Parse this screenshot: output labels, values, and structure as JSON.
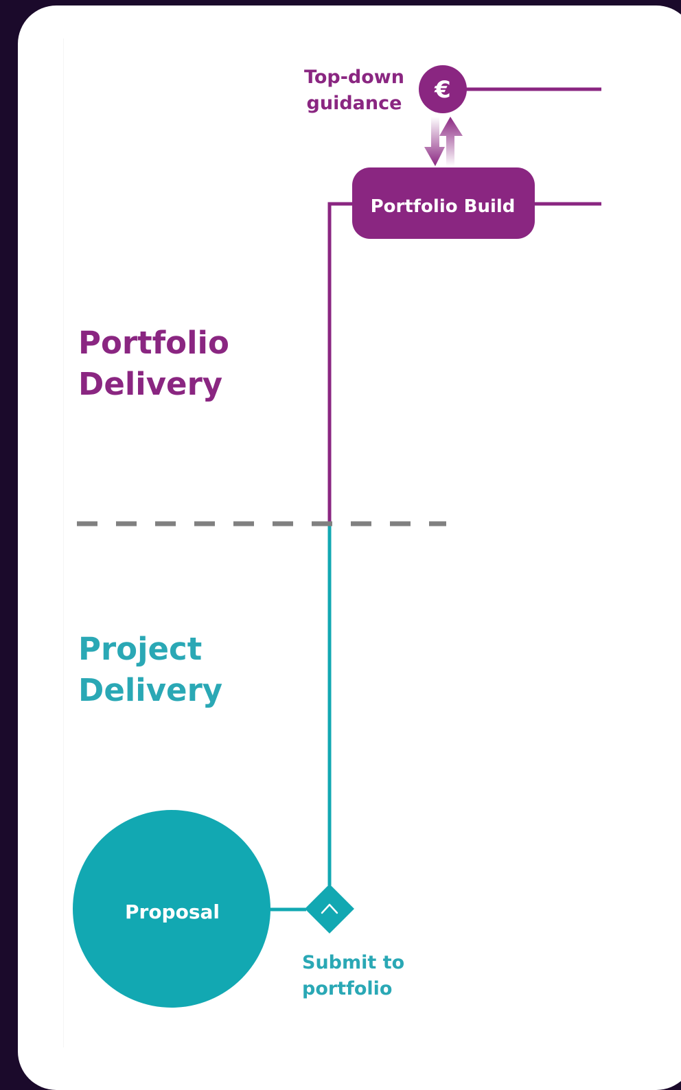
{
  "colors": {
    "background": "#1b0a2b",
    "portfolio": "#8a2681",
    "project": "#12a8b2",
    "divider": "#808080",
    "white": "#ffffff"
  },
  "top_guidance": {
    "label": "Top-down\nguidance",
    "icon": "euro-icon",
    "symbol": "€"
  },
  "portfolio_build": {
    "label": "Portfolio Build"
  },
  "sections": {
    "portfolio": "Portfolio\nDelivery",
    "project": "Project\nDelivery"
  },
  "proposal": {
    "label": "Proposal"
  },
  "submit": {
    "label": "Submit to\nportfolio",
    "icon": "chevron-up-icon"
  }
}
